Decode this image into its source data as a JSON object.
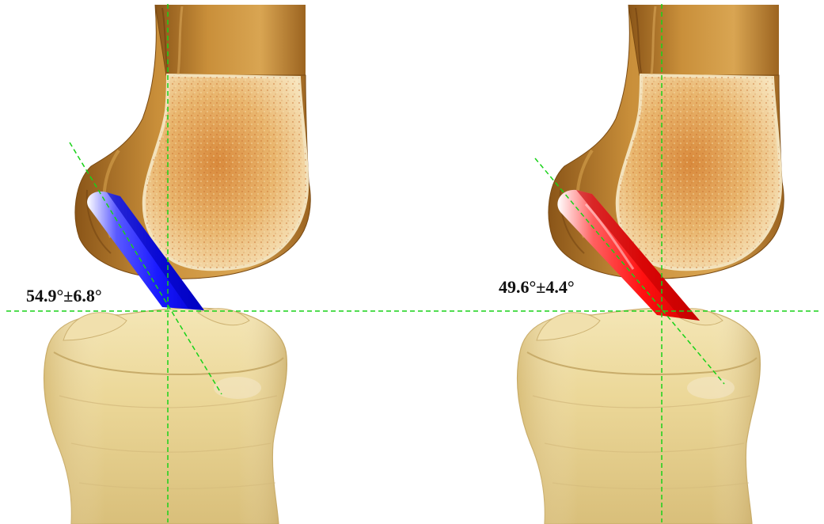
{
  "figure": {
    "panels": [
      {
        "id": "left",
        "angle_label": "54.9°±6.8°",
        "graft_color": "#1a1aff"
      },
      {
        "id": "right",
        "angle_label": "49.6°±4.4°",
        "graft_color": "#ff1010"
      }
    ],
    "colors": {
      "guide_line": "#19d219",
      "femur_cortex": "#b07a2a",
      "femur_cancellous": "#e8b46a",
      "tibia": "#ecd89c",
      "label": "#111111"
    }
  }
}
